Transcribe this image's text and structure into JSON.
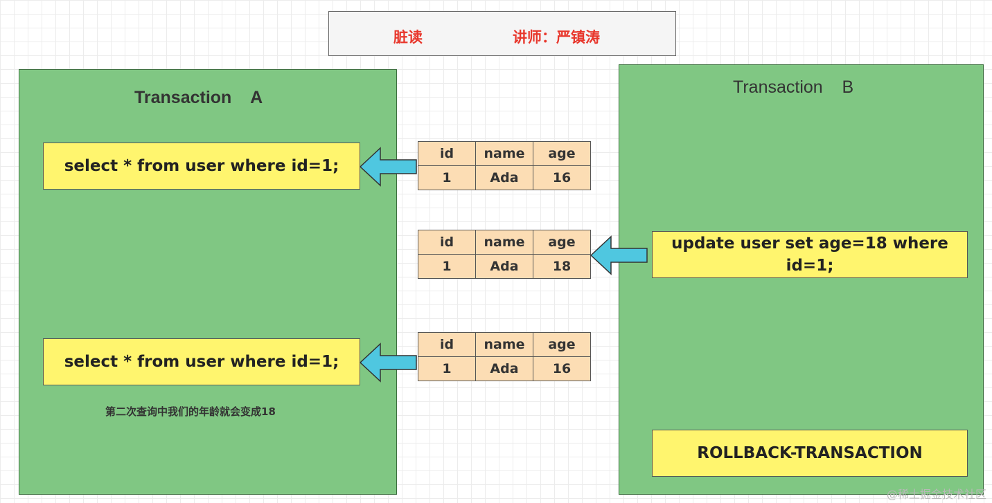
{
  "header": {
    "topic": "脏读",
    "lecturer": "讲师：严镇涛"
  },
  "transaction_a": {
    "title": "Transaction    A",
    "query1": "select * from user where id=1;",
    "query2": "select * from user where id=1;",
    "note": "第二次查询中我们的年龄就会变成18"
  },
  "transaction_b": {
    "title": "Transaction    B",
    "update_line1": "update user set age=18 where",
    "update_line2": "id=1;",
    "rollback": "ROLLBACK-TRANSACTION"
  },
  "tables": [
    {
      "headers": [
        "id",
        "name",
        "age"
      ],
      "row": [
        "1",
        "Ada",
        "16"
      ]
    },
    {
      "headers": [
        "id",
        "name",
        "age"
      ],
      "row": [
        "1",
        "Ada",
        "18"
      ]
    },
    {
      "headers": [
        "id",
        "name",
        "age"
      ],
      "row": [
        "1",
        "Ada",
        "16"
      ]
    }
  ],
  "colors": {
    "panel": "#80c783",
    "sql_box": "#fff56e",
    "table_cell": "#fcddb4",
    "arrow": "#4fc7e0",
    "header_text": "#e8372c"
  },
  "icons": [
    "arrow-left-icon"
  ],
  "watermark": "@稀土掘金技术社区"
}
